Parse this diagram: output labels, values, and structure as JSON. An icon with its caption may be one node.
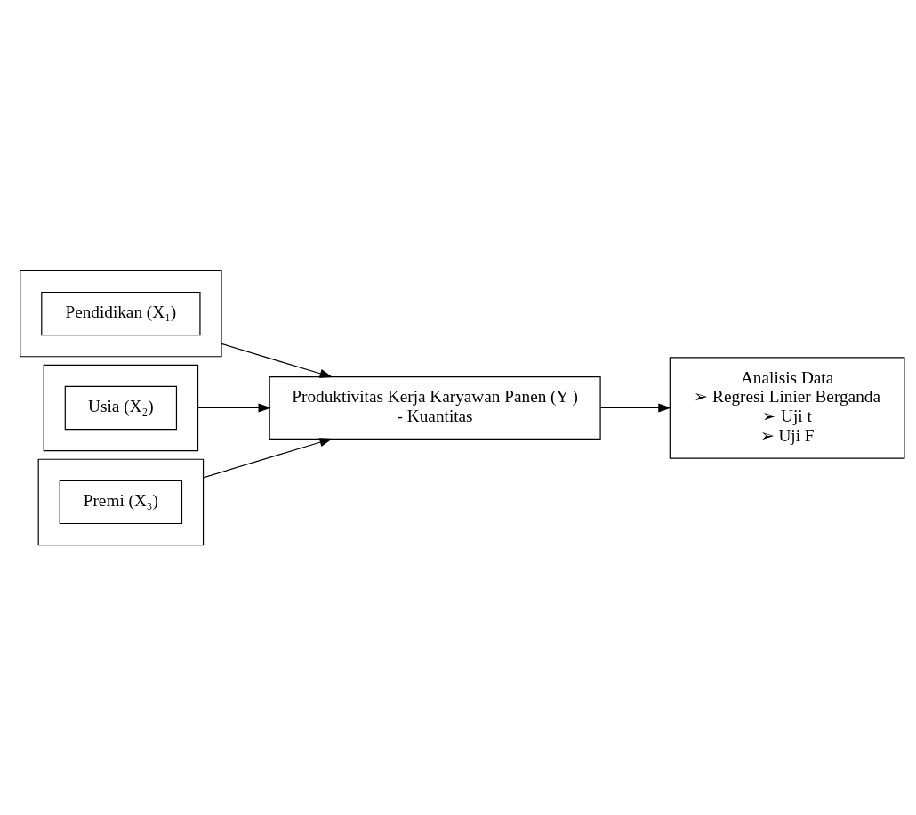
{
  "diagram": {
    "nodes": [
      {
        "text": [],
        "shape": "box"
      },
      {
        "text": [
          "Pendidikan (X₁)"
        ],
        "in": 0
      },
      {
        "text": [],
        "shape": "box"
      },
      {
        "text": [
          "Usia (X₂)"
        ],
        "in": 2
      },
      {
        "text": [],
        "shape": "box"
      },
      {
        "text": [
          "Premi (X₃)"
        ],
        "in": 4
      },
      {
        "text": [
          "Produktivitas Kerja Karyawan Panen (Y )",
          "- Kuantitas"
        ]
      },
      {
        "text": [
          "Analisis Data",
          "➢ Regresi Linier Berganda",
          "➢ Uji t",
          "➢ Uji F"
        ]
      }
    ],
    "edges": [
      {
        "from": 0,
        "to": 6,
        "arrow": "to"
      },
      {
        "from": 2,
        "to": 6,
        "arrow": "to"
      },
      {
        "from": 4,
        "to": 6,
        "arrow": "to"
      },
      {
        "from": 6,
        "to": 7,
        "arrow": "to"
      }
    ]
  }
}
